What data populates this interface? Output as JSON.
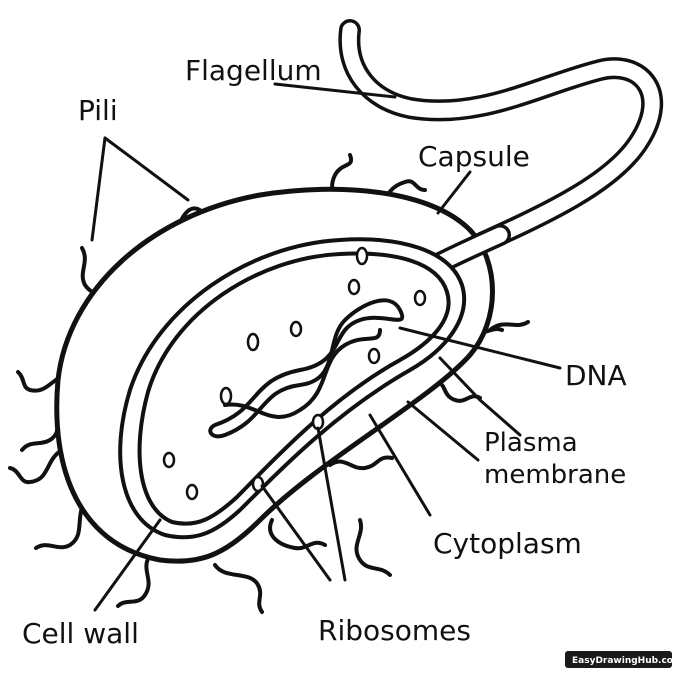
{
  "labels": {
    "flagellum": "Flagellum",
    "pili": "Pili",
    "capsule": "Capsule",
    "dna": "DNA",
    "plasma_line1": "Plasma",
    "plasma_line2": "membrane",
    "cytoplasm": "Cytoplasm",
    "ribosomes": "Ribosomes",
    "cell_wall": "Cell wall"
  },
  "watermark": "EasyDrawingHub.com",
  "colors": {
    "ink": "#111111",
    "background": "#ffffff"
  }
}
